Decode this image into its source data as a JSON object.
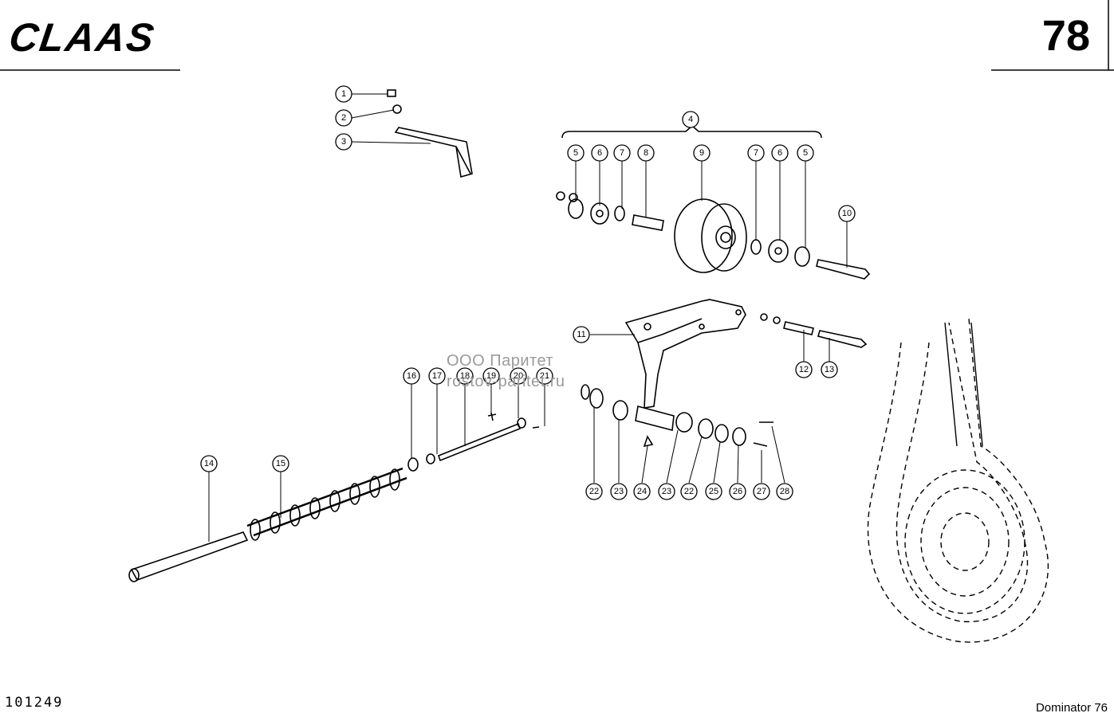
{
  "header": {
    "brand": "CLAAS",
    "page_number": "78"
  },
  "footer": {
    "drawing_number": "101249",
    "model": "Dominator 76"
  },
  "watermark": {
    "line1": "ООО Паритет",
    "line2": "rostov-paritet.ru"
  },
  "callouts": [
    {
      "n": "1"
    },
    {
      "n": "2"
    },
    {
      "n": "3"
    },
    {
      "n": "4"
    },
    {
      "n": "5"
    },
    {
      "n": "6"
    },
    {
      "n": "7"
    },
    {
      "n": "8"
    },
    {
      "n": "9"
    },
    {
      "n": "7"
    },
    {
      "n": "6"
    },
    {
      "n": "5"
    },
    {
      "n": "10"
    },
    {
      "n": "11"
    },
    {
      "n": "12"
    },
    {
      "n": "13"
    },
    {
      "n": "14"
    },
    {
      "n": "15"
    },
    {
      "n": "16"
    },
    {
      "n": "17"
    },
    {
      "n": "18"
    },
    {
      "n": "19"
    },
    {
      "n": "20"
    },
    {
      "n": "21"
    },
    {
      "n": "22"
    },
    {
      "n": "23"
    },
    {
      "n": "24"
    },
    {
      "n": "23"
    },
    {
      "n": "22"
    },
    {
      "n": "25"
    },
    {
      "n": "26"
    },
    {
      "n": "27"
    },
    {
      "n": "28"
    }
  ]
}
